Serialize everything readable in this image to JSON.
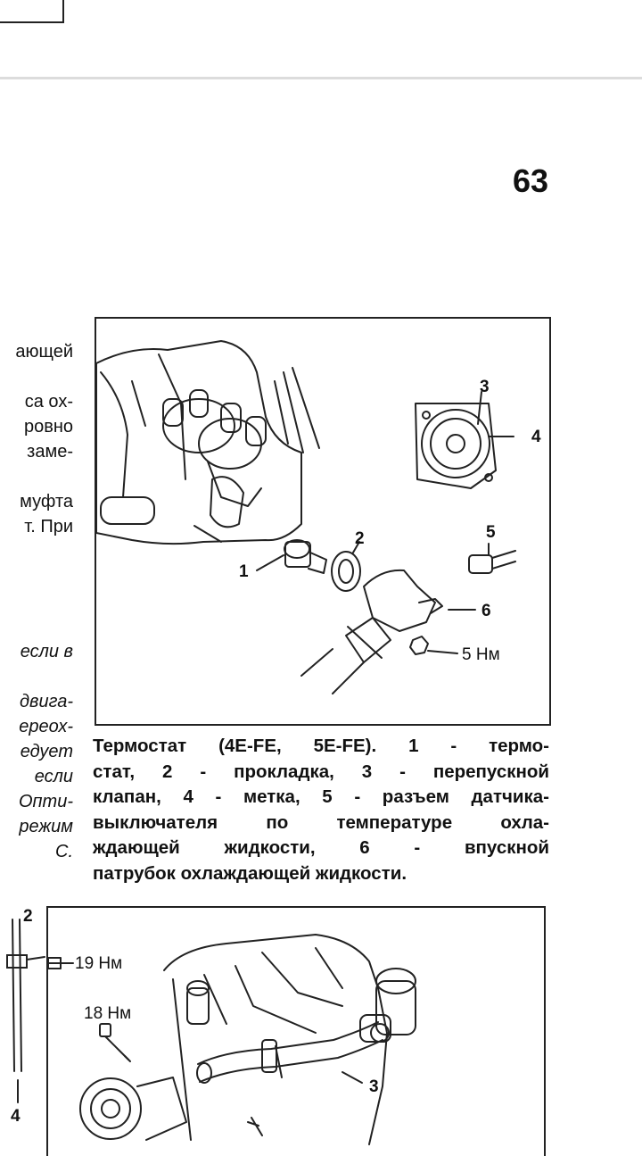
{
  "page": {
    "number": "63"
  },
  "left_column": {
    "lines": [
      {
        "text": "ающей",
        "italic": false
      },
      {
        "text": "",
        "italic": false
      },
      {
        "text": "са ох-",
        "italic": false
      },
      {
        "text": "ровно",
        "italic": false
      },
      {
        "text": "заме-",
        "italic": false
      },
      {
        "text": "",
        "italic": false
      },
      {
        "text": "муфта",
        "italic": false
      },
      {
        "text": "т. При",
        "italic": false
      },
      {
        "text": "",
        "italic": false
      },
      {
        "text": "",
        "italic": false
      },
      {
        "text": "",
        "italic": false
      },
      {
        "text": "",
        "italic": false
      },
      {
        "text": "если в",
        "italic": true
      },
      {
        "text": "",
        "italic": false
      },
      {
        "text": "двига-",
        "italic": true
      },
      {
        "text": "ереох-",
        "italic": true
      },
      {
        "text": "едует",
        "italic": true
      },
      {
        "text": "если",
        "italic": true
      },
      {
        "text": "Опти-",
        "italic": true
      },
      {
        "text": "режим",
        "italic": true
      },
      {
        "text": "C.",
        "italic": true
      }
    ]
  },
  "figure1": {
    "labels": {
      "l1": "1",
      "l2": "2",
      "l3": "3",
      "l4": "4",
      "l5": "5",
      "l6": "6",
      "torque": "5 Нм"
    }
  },
  "caption": {
    "lines": [
      "Термостат (4E-FE, 5E-FE). 1 - термо-",
      "стат, 2 - прокладка, 3 - перепускной",
      "клапан, 4 - метка, 5 - разъем датчика-",
      "выключателя по температуре охла-",
      "ждающей жидкости, 6 - впускной",
      "патрубок охлаждающей жидкости."
    ]
  },
  "figure2": {
    "labels": {
      "l2": "2",
      "l3": "3",
      "l4": "4",
      "torque19": "19 Нм",
      "torque18": "18 Нм"
    }
  }
}
